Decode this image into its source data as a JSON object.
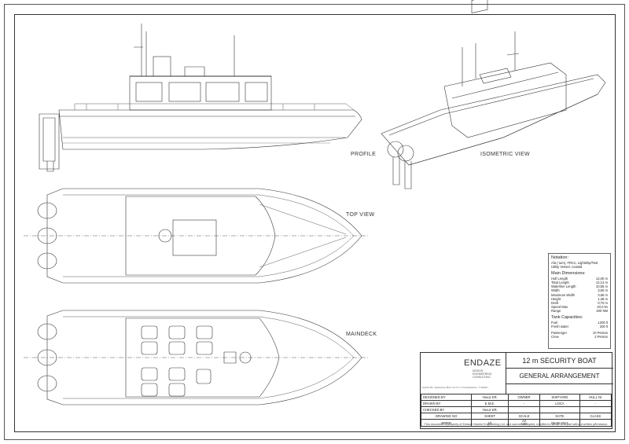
{
  "views": {
    "profile": "PROFILE",
    "isometric": "ISOMETRIC VIEW",
    "top": "TOP VIEW",
    "maindeck": "MAINDECK"
  },
  "notation": {
    "title": "Notation:",
    "description": "Alü (-ium), FRCn, Lightship/Test\nUtility Vessel, coastal",
    "main_dimensions_title": "Main Dimensions:",
    "dimensions": [
      {
        "label": "Hull Length",
        "value": "12,00 m"
      },
      {
        "label": "Total Length",
        "value": "12,13 m"
      },
      {
        "label": "Waterline Length",
        "value": "10,55 m"
      },
      {
        "label": "Width",
        "value": "3,60 m"
      },
      {
        "label": "Maximum Width",
        "value": "3,66 m"
      },
      {
        "label": "Height",
        "value": "1,38 m"
      },
      {
        "label": "Draft",
        "value": "0,70 m"
      },
      {
        "label": "Speed Max",
        "value": "40,0 kn"
      },
      {
        "label": "Range",
        "value": "200 NM"
      }
    ],
    "tank_title": "Tank Capacities:",
    "tanks": [
      {
        "label": "Fuel",
        "value": "1200 lt"
      },
      {
        "label": "Fresh water",
        "value": "200 lt"
      }
    ],
    "people": [
      {
        "label": "Passenger",
        "value": "10 Person"
      },
      {
        "label": "Crew",
        "value": "2 Person"
      }
    ]
  },
  "title_block": {
    "company": "ENDAZE",
    "company_sub": "DESIGN\nENGINEERING\nCONSULTING",
    "address": "Aydinli Mh. Sekerpinar Mah. No:1 K:1 Tuzla/Istanbul - TURKEY",
    "title": "12 m SECURITY BOAT",
    "subtitle": "GENERAL ARRANGEMENT",
    "rows": [
      [
        "DESIGNED BY",
        "Yavuz ER.",
        "OWNER",
        "SHIPYARD",
        "HULL Nr"
      ],
      [
        "DRAWN BY",
        "E.M.E.",
        "-",
        "LOCA",
        "-"
      ],
      [
        "CHECKED BY",
        "Yavuz ER.",
        "",
        "",
        ""
      ],
      [
        "DRAWING NO",
        "SHEET",
        "SCALE",
        "DATE",
        "CLASS"
      ],
      [
        "EP000",
        "1/1",
        "A2\n1/40",
        "06-06-2013",
        "-"
      ]
    ],
    "footer": "This document is property of Endaze Marine Engineering Ltd. and cannot be copied, modified in whole or in part without written permission."
  }
}
